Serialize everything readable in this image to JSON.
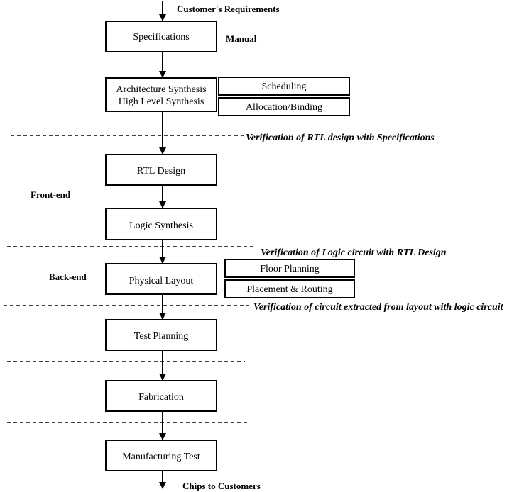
{
  "input_label": "Customer's Requirements",
  "output_label": "Chips to Customers",
  "side_labels": {
    "manual": "Manual",
    "front_end": "Front-end",
    "back_end": "Back-end"
  },
  "steps": {
    "specifications": "Specifications",
    "architecture_line1": "Architecture Synthesis",
    "architecture_line2": "High Level Synthesis",
    "rtl_design": "RTL Design",
    "logic_synthesis": "Logic Synthesis",
    "physical_layout": "Physical Layout",
    "test_planning": "Test Planning",
    "fabrication": "Fabrication",
    "manufacturing_test": "Manufacturing Test"
  },
  "sub_tasks": {
    "scheduling": "Scheduling",
    "allocation_binding": "Allocation/Binding",
    "floor_planning": "Floor Planning",
    "placement_routing": "Placement & Routing"
  },
  "verifications": {
    "rtl_vs_spec": "Verification of RTL design with Specifications",
    "logic_vs_rtl": "Verification of Logic circuit with RTL Design",
    "layout_vs_logic": "Verification of circuit extracted from layout with logic circuit"
  },
  "colors": {
    "line": "#000000",
    "box_fill": "#ffffff",
    "text": "#000000"
  }
}
